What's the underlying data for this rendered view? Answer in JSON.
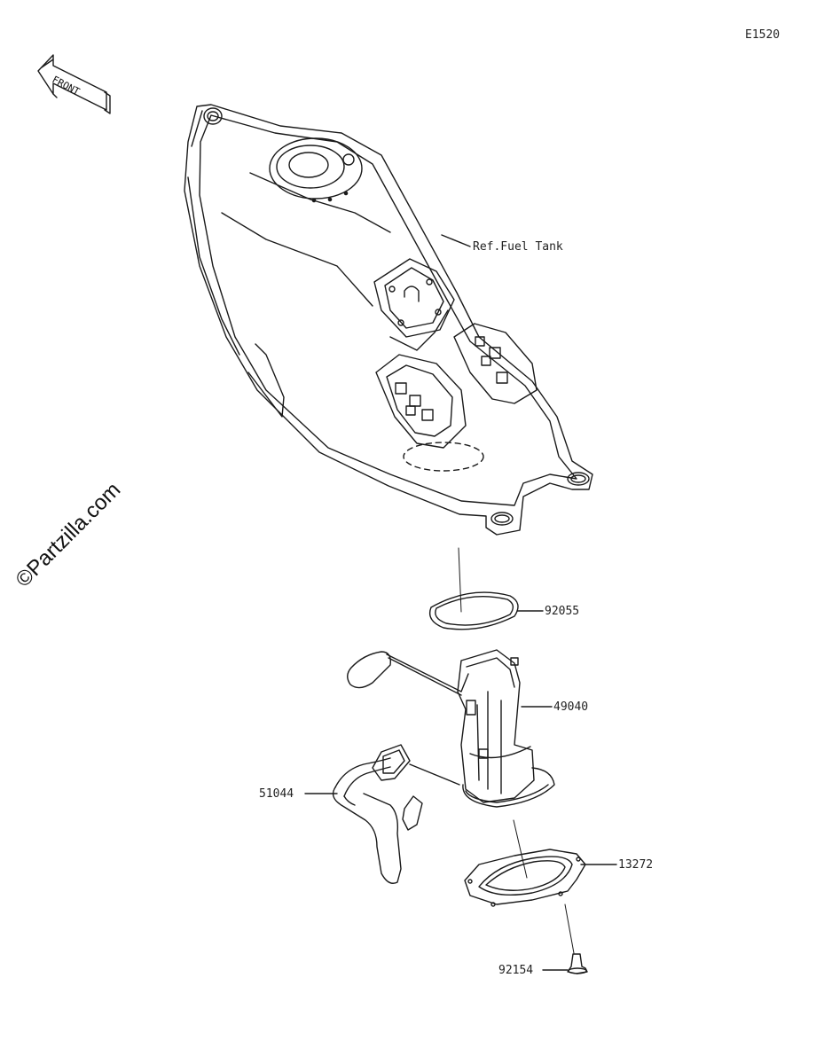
{
  "drawing_code": "E1520",
  "front_arrow": {
    "label": "FRONT",
    "icon": "front-direction-arrow-icon"
  },
  "watermark": "©Partzilla.com",
  "callouts": [
    {
      "id": "fuel-tank",
      "label": "Ref.Fuel Tank"
    },
    {
      "id": "gasket-92055",
      "label": "92055"
    },
    {
      "id": "pump-49040",
      "label": "49040"
    },
    {
      "id": "hose-51044",
      "label": "51044"
    },
    {
      "id": "plate-13272",
      "label": "13272"
    },
    {
      "id": "bolt-92154",
      "label": "92154"
    }
  ],
  "colors": {
    "line": "#1a1a1a",
    "background": "#ffffff"
  }
}
